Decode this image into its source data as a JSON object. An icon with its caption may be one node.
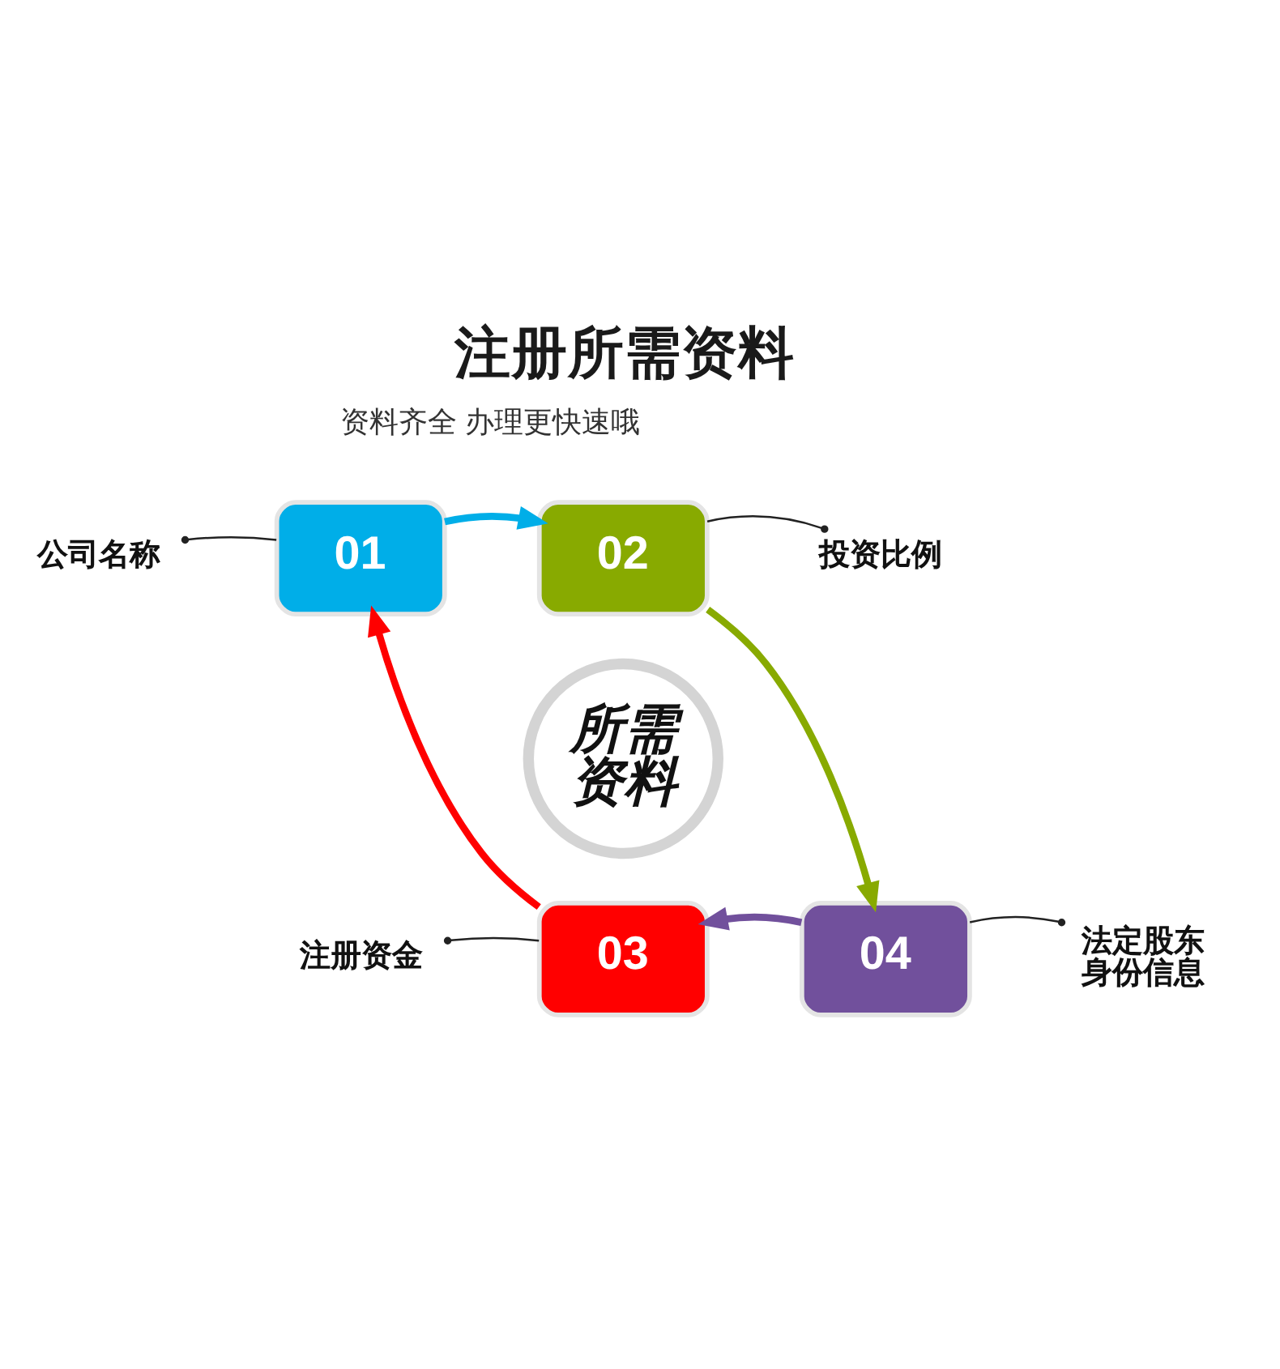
{
  "diagram": {
    "title": "注册所需资料",
    "nodes": [
      {
        "text": [
          "01"
        ]
      },
      {
        "text": [
          "02"
        ]
      },
      {
        "text": [
          "03"
        ]
      },
      {
        "text": [
          "04"
        ]
      },
      {
        "text": [
          "所需资料"
        ]
      },
      {
        "text": [
          "公司名称"
        ]
      },
      {
        "text": [
          "投资比例"
        ]
      },
      {
        "text": [
          "注册资金"
        ]
      },
      {
        "text": [
          "法定股东身份信息"
        ]
      }
    ],
    "edges": [
      {
        "from": 0,
        "to": 1,
        "arrow": "to",
        "style": "thick",
        "color": "#00aee8"
      },
      {
        "from": 1,
        "to": 3,
        "arrow": "to",
        "style": "thick",
        "color": "#88aa00"
      },
      {
        "from": 3,
        "to": 2,
        "arrow": "to",
        "style": "thick",
        "color": "#71509c"
      },
      {
        "from": 2,
        "to": 0,
        "arrow": "to",
        "style": "thick",
        "color": "#ff0000"
      },
      {
        "from": 5,
        "to": 0,
        "arrow": "other"
      },
      {
        "from": 6,
        "to": 1,
        "arrow": "other"
      },
      {
        "from": 7,
        "to": 2,
        "arrow": "other"
      },
      {
        "from": 8,
        "to": 3,
        "arrow": "other"
      }
    ],
    "labels": [
      "资料齐全 办理更快速哦"
    ]
  }
}
